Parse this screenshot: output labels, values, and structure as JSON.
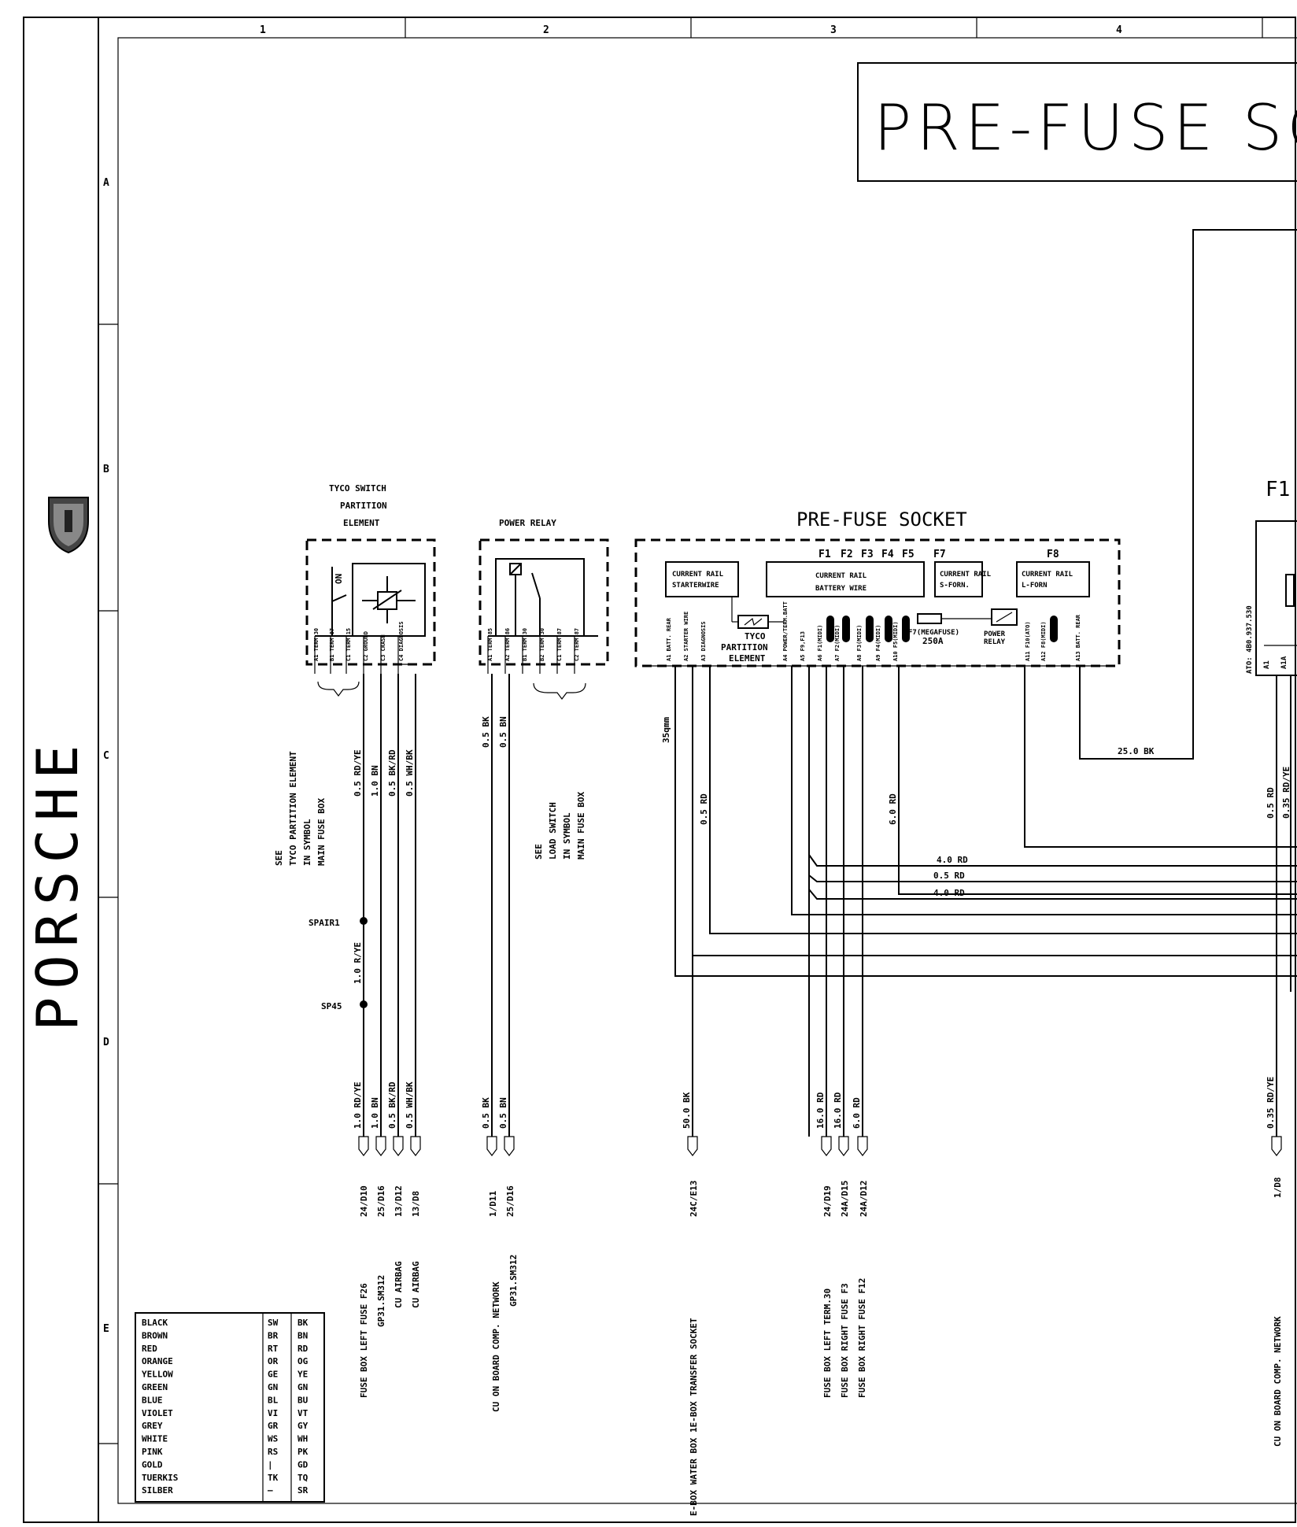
{
  "brand": {
    "name": "PORSCHE"
  },
  "grid": {
    "columns": [
      "1",
      "2",
      "3",
      "4"
    ],
    "rows": [
      "A",
      "B",
      "C",
      "D",
      "E"
    ]
  },
  "title": {
    "text": "PRE-FUSE SO"
  },
  "tyco": {
    "title_l1": "TYCO  SWITCH",
    "title_l2": "PARTITION",
    "title_l3": "ELEMENT",
    "on_label": "ON",
    "pins": [
      "A1 TERM.30",
      "B1 TERM.87",
      "C1 TERM.15",
      "C2 GROUND",
      "C3 CRASH",
      "C4 DIAGNOSIS"
    ],
    "note_l1": "SEE",
    "note_l2": "TYCO PARTITION ELEMENT",
    "note_l3": "IN SYMBOL",
    "note_l4": "MAIN FUSE BOX",
    "wires_top": [
      "0.5 RD/YE",
      "1.0 BN",
      "0.5 BK/RD",
      "0.5 WH/BK"
    ],
    "splice1": "SPAIR1",
    "splice_wire": "1.0 R/YE",
    "splice2": "SP45",
    "wires_bottom": [
      "1.0 RD/YE",
      "1.0 BN",
      "0.5 BK/RD",
      "0.5 WH/BK"
    ],
    "refs": [
      "24/D10",
      "25/D16",
      "13/D12",
      "13/D8"
    ],
    "dests": [
      "FUSE BOX LEFT FUSE F26",
      "GP31.SM312",
      "CU AIRBAG",
      "CU AIRBAG"
    ]
  },
  "relay": {
    "title": "POWER  RELAY",
    "pins": [
      "A1 TERM.85",
      "A2 TERM.86",
      "B1 TERM.30",
      "B2 TERM.30",
      "C1 TERM.87",
      "C2 TERM.87"
    ],
    "note_l1": "SEE",
    "note_l2": "LOAD SWITCH",
    "note_l3": "IN SYMBOL",
    "note_l4": "MAIN FUSE BOX",
    "wires_top": [
      "0.5 BK",
      "0.5 BN"
    ],
    "wires_bottom": [
      "0.5 BK",
      "0.5 BN"
    ],
    "refs": [
      "1/D11",
      "25/D16"
    ],
    "dests": [
      "CU ON BOARD COMP. NETWORK",
      "GP31.SM312"
    ]
  },
  "prefuse": {
    "title": "PRE-FUSE SOCKET",
    "fuse_labels": [
      "F1",
      "F2",
      "F3",
      "F4",
      "F5",
      "F7",
      "F8"
    ],
    "rail_starter_l1": "CURRENT RAIL",
    "rail_starter_l2": "STARTERWIRE",
    "rail_battery_l1": "CURRENT RAIL",
    "rail_battery_l2": "BATTERY WIRE",
    "rail_sforn_l1": "CURRENT RAIL",
    "rail_sforn_l2": "S-FORN.",
    "rail_lforn_l1": "CURRENT RAIL",
    "rail_lforn_l2": "L-FORN",
    "tyco_l1": "TYCO",
    "tyco_l2": "PARTITION",
    "tyco_l3": "ELEMENT",
    "megafuse_l1": "F7(MEGAFUSE)",
    "megafuse_l2": "250A",
    "power_relay_l1": "POWER",
    "power_relay_l2": "RELAY",
    "pins": [
      "A1 BATT. REAR",
      "A2 STARTER WIRE",
      "A3 DIAGNOSIS",
      "A4 POWER/TERM.BATT",
      "A5 F9,F13",
      "A6 F1(MIDI)",
      "A7 F2(MIDI)",
      "A8 F3(MIDI)",
      "A9 F4(MIDI)",
      "A10 F5(MIDI)",
      "A11 F10(ATO)",
      "A12 F8(MIDI)",
      "A13 BATT. REAR"
    ],
    "wire_35": "35qmm",
    "wire_a3": "0.5 RD",
    "wire_a10": "6.0 RD",
    "wire_a13": "25.0 BK",
    "bus_labels": [
      "4.0 RD",
      "0.5 RD",
      "4.0 RD"
    ],
    "wires_bottom": [
      "50.0 BK",
      "16.0 RD",
      "16.0 RD",
      "6.0 RD"
    ],
    "refs": [
      "24C/E13",
      "24/D19",
      "24A/D15",
      "24A/D12"
    ],
    "dests": [
      "E-BOX WATER BOX 1E-BOX TRANSFER SOCKET",
      "FUSE BOX LEFT TERM.30",
      "FUSE BOX RIGHT FUSE F3",
      "FUSE BOX RIGHT FUSE F12"
    ]
  },
  "f1": {
    "title": "F1",
    "ato": "ATO: 4B0.937.530",
    "pins": [
      "A1",
      "A1A"
    ],
    "wires_top": [
      "0.5 RD",
      "0.35 RD/YE"
    ],
    "wire_bottom": "0.35 RD/YE",
    "ref": "1/D8",
    "dest": "CU ON BOARD COMP. NETWORK"
  },
  "legend": {
    "rows": [
      {
        "name": "BLACK",
        "de": "SW",
        "en": "BK"
      },
      {
        "name": "BROWN",
        "de": "BR",
        "en": "BN"
      },
      {
        "name": "RED",
        "de": "RT",
        "en": "RD"
      },
      {
        "name": "ORANGE",
        "de": "OR",
        "en": "OG"
      },
      {
        "name": "YELLOW",
        "de": "GE",
        "en": "YE"
      },
      {
        "name": "GREEN",
        "de": "GN",
        "en": "GN"
      },
      {
        "name": "BLUE",
        "de": "BL",
        "en": "BU"
      },
      {
        "name": "VIOLET",
        "de": "VI",
        "en": "VT"
      },
      {
        "name": "GREY",
        "de": "GR",
        "en": "GY"
      },
      {
        "name": "WHITE",
        "de": "WS",
        "en": "WH"
      },
      {
        "name": "PINK",
        "de": "RS",
        "en": "PK"
      },
      {
        "name": "GOLD",
        "de": "|",
        "en": "GD"
      },
      {
        "name": "TUERKIS",
        "de": "TK",
        "en": "TQ"
      },
      {
        "name": "SILBER",
        "de": "—",
        "en": "SR"
      }
    ]
  }
}
